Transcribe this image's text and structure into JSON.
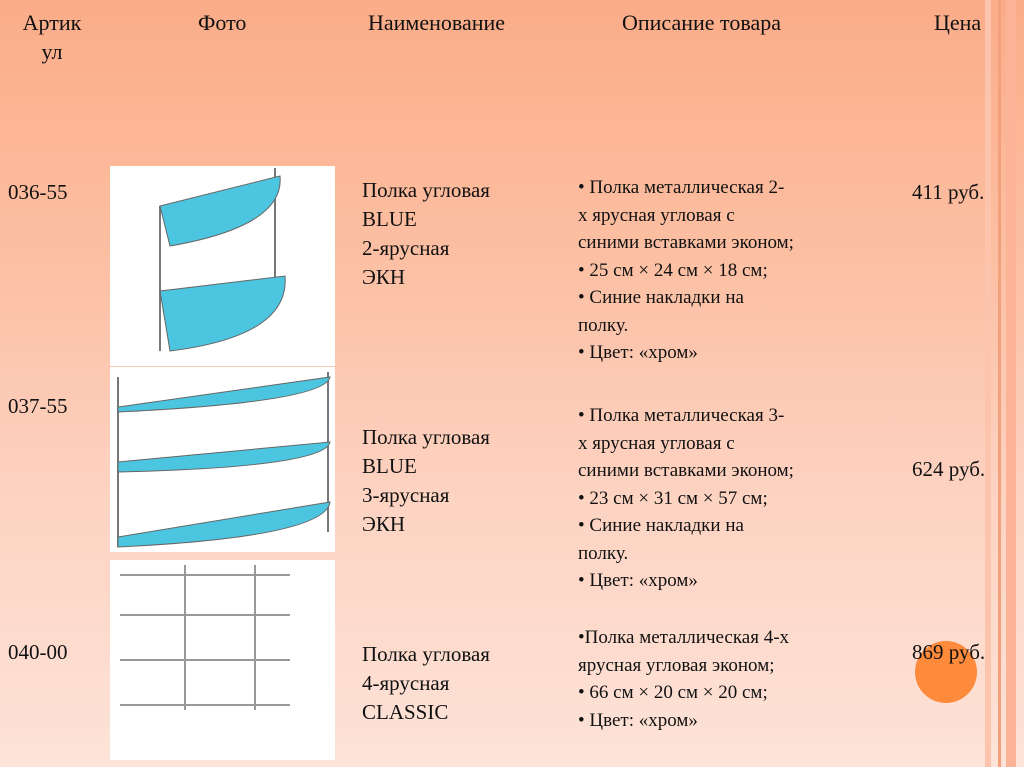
{
  "header": {
    "article": "Артик\nул",
    "photo": "Фото",
    "name": "Наименование",
    "description": "Описание товара",
    "price": "Цена"
  },
  "rows": [
    {
      "article": "036-55",
      "name": [
        "Полка угловая",
        "BLUE",
        "2-ярусная",
        "ЭКН"
      ],
      "description": [
        "• Полка металлическая 2-",
        "х ярусная угловая с",
        "синими вставками эконом;",
        "• 25 см × 24 см × 18 см;",
        "• Синие накладки на",
        "полку.",
        "• Цвет: «хром»"
      ],
      "price": "411 руб."
    },
    {
      "article": "037-55",
      "name": [
        "Полка угловая",
        "BLUE",
        "3-ярусная",
        "ЭКН"
      ],
      "description": [
        "• Полка металлическая 3-",
        "х ярусная угловая с",
        "синими вставками эконом;",
        "• 23 см × 31 см × 57 см;",
        "• Синие накладки на",
        "полку.",
        "• Цвет: «хром»"
      ],
      "price": "624 руб."
    },
    {
      "article": "040-00",
      "name": [
        "Полка угловая",
        "4-ярусная",
        "CLASSIC"
      ],
      "description": [
        "•Полка металлическая 4-х",
        "ярусная угловая эконом;",
        "• 66 см × 20 см × 20 см;",
        "• Цвет: «хром»"
      ],
      "price": "869 руб."
    }
  ],
  "colors": {
    "accent": "#fe8a3c",
    "shelf_blue": "#4cc6e0"
  }
}
